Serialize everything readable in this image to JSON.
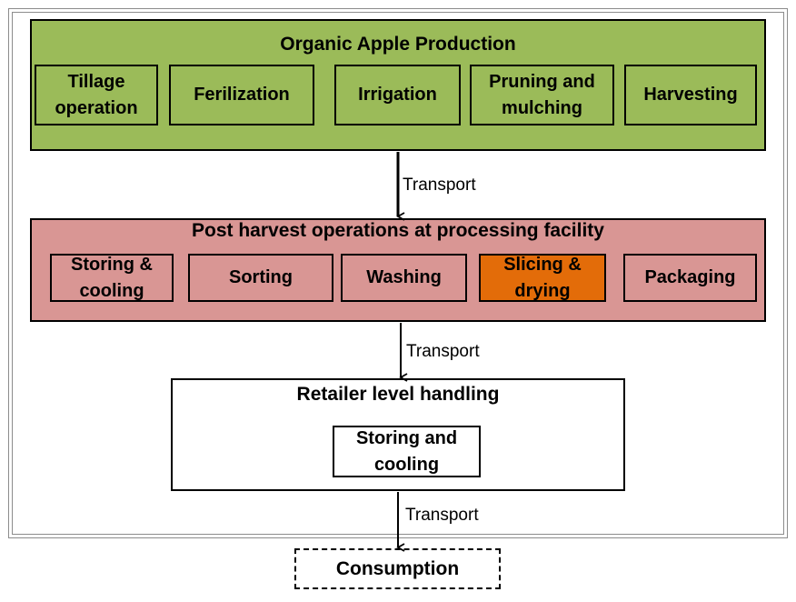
{
  "production": {
    "title": "Organic Apple Production",
    "steps": [
      {
        "line1": "Tillage",
        "line2": "operation"
      },
      {
        "line1": "Ferilization",
        "line2": ""
      },
      {
        "line1": "Irrigation",
        "line2": ""
      },
      {
        "line1": "Pruning and",
        "line2": "mulching"
      },
      {
        "line1": "Harvesting",
        "line2": ""
      }
    ]
  },
  "post_harvest": {
    "title": "Post harvest operations at processing facility",
    "steps": [
      {
        "line1": "Storing &",
        "line2": "cooling"
      },
      {
        "line1": "Sorting",
        "line2": ""
      },
      {
        "line1": "Washing",
        "line2": ""
      },
      {
        "line1": "Slicing &",
        "line2": "drying"
      },
      {
        "line1": "Packaging",
        "line2": ""
      }
    ]
  },
  "retailer": {
    "title": "Retailer level handling",
    "steps": [
      {
        "line1": "Storing and",
        "line2": "cooling"
      }
    ]
  },
  "consumption": {
    "label": "Consumption"
  },
  "transport_labels": [
    "Transport",
    "Transport",
    "Transport"
  ],
  "colors": {
    "production_fill": "#9bbb59",
    "post_harvest_fill": "#d99694",
    "highlight_fill": "#e36c09",
    "retailer_fill": "#ffffff"
  }
}
